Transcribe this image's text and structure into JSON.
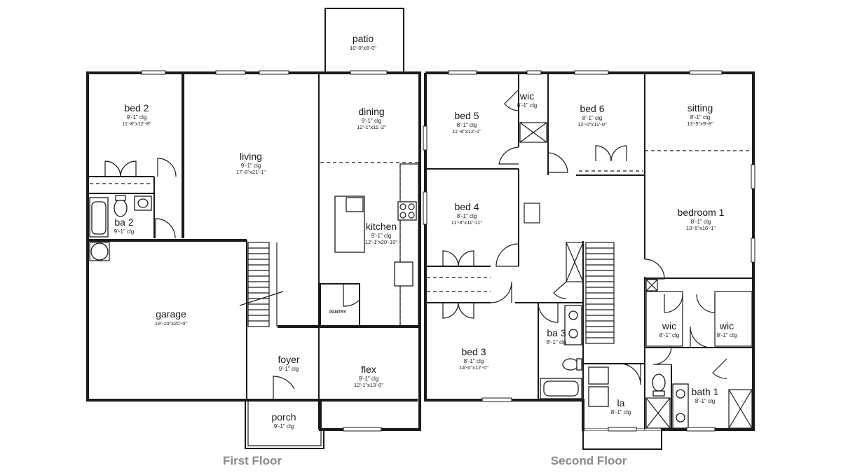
{
  "floors": [
    {
      "title": "First Floor",
      "rooms": [
        {
          "id": "patio",
          "name": "patio",
          "ceiling": "",
          "size": "10'-0\"x8'-0\""
        },
        {
          "id": "bed2",
          "name": "bed 2",
          "ceiling": "9'-1\" clg",
          "size": "11'-8\"x12'-8\""
        },
        {
          "id": "living",
          "name": "living",
          "ceiling": "9'-1\" clg",
          "size": "17'-0\"x21'-1\""
        },
        {
          "id": "dining",
          "name": "dining",
          "ceiling": "9'-1\" clg",
          "size": "12'-1\"x11'-2\""
        },
        {
          "id": "ba2",
          "name": "ba 2",
          "ceiling": "9'-1\" clg",
          "size": ""
        },
        {
          "id": "kitchen",
          "name": "kitchen",
          "ceiling": "9'-1\" clg",
          "size": "12'-1\"x20'-10\""
        },
        {
          "id": "pantry",
          "name": "PANTRY",
          "ceiling": "",
          "size": ""
        },
        {
          "id": "garage",
          "name": "garage",
          "ceiling": "",
          "size": "19'-10\"x20'-0\""
        },
        {
          "id": "foyer",
          "name": "foyer",
          "ceiling": "9'-1\" clg",
          "size": ""
        },
        {
          "id": "flex",
          "name": "flex",
          "ceiling": "9'-1\" clg",
          "size": "12'-1\"x13'-0\""
        },
        {
          "id": "porch",
          "name": "porch",
          "ceiling": "9'-1\" clg",
          "size": ""
        }
      ]
    },
    {
      "title": "Second Floor",
      "rooms": [
        {
          "id": "bed5",
          "name": "bed 5",
          "ceiling": "8'-1\" clg",
          "size": "11'-8\"x12'-1\""
        },
        {
          "id": "wic-top",
          "name": "wic",
          "ceiling": "8'-1\" clg",
          "size": ""
        },
        {
          "id": "bed6",
          "name": "bed 6",
          "ceiling": "8'-1\" clg",
          "size": "12'-0\"x11'-0\""
        },
        {
          "id": "sitting",
          "name": "sitting",
          "ceiling": "8'-1\" clg",
          "size": "13'-5\"x9'-8\""
        },
        {
          "id": "bed4",
          "name": "bed 4",
          "ceiling": "8'-1\" clg",
          "size": "11'-8\"x11'-11\""
        },
        {
          "id": "bedroom1",
          "name": "bedroom 1",
          "ceiling": "8'-1\" clg",
          "size": "13'-5\"x16'-1\""
        },
        {
          "id": "ba3",
          "name": "ba 3",
          "ceiling": "8'-1\" clg",
          "size": ""
        },
        {
          "id": "wic-left",
          "name": "wic",
          "ceiling": "8'-1\" clg",
          "size": ""
        },
        {
          "id": "wic-right",
          "name": "wic",
          "ceiling": "8'-1\" clg",
          "size": ""
        },
        {
          "id": "bed3",
          "name": "bed 3",
          "ceiling": "8'-1\" clg",
          "size": "14'-0\"x12'-0\""
        },
        {
          "id": "bath1",
          "name": "bath 1",
          "ceiling": "8'-1\" clg",
          "size": ""
        },
        {
          "id": "la",
          "name": "la",
          "ceiling": "8'-1\" clg",
          "size": ""
        }
      ]
    }
  ]
}
